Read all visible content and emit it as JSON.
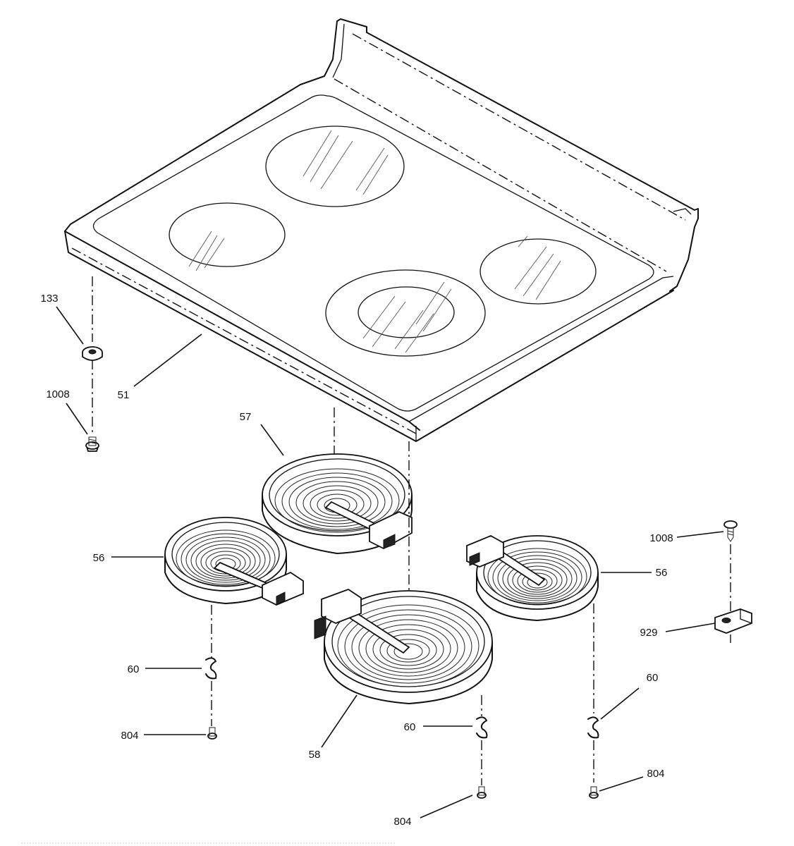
{
  "diagram": {
    "callouts": [
      {
        "id": "c133",
        "text": "133"
      },
      {
        "id": "c1008a",
        "text": "1008"
      },
      {
        "id": "c51",
        "text": "51"
      },
      {
        "id": "c57",
        "text": "57"
      },
      {
        "id": "c56a",
        "text": "56"
      },
      {
        "id": "c1008b",
        "text": "1008"
      },
      {
        "id": "c56b",
        "text": "56"
      },
      {
        "id": "c929",
        "text": "929"
      },
      {
        "id": "c60a",
        "text": "60"
      },
      {
        "id": "c60b",
        "text": "60"
      },
      {
        "id": "c60c",
        "text": "60"
      },
      {
        "id": "c804a",
        "text": "804"
      },
      {
        "id": "c58",
        "text": "58"
      },
      {
        "id": "c804b",
        "text": "804"
      },
      {
        "id": "c804c",
        "text": "804"
      }
    ]
  }
}
